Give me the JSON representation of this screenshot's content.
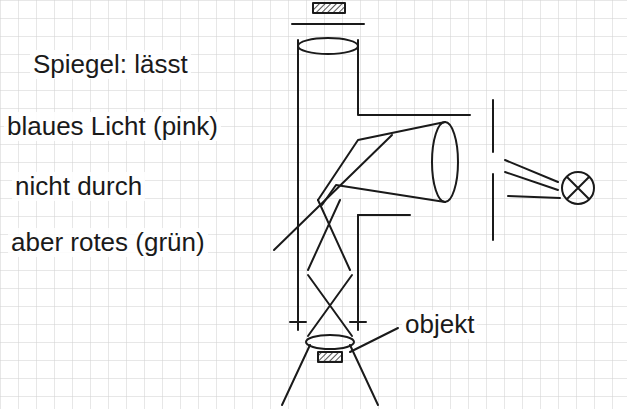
{
  "diagram": {
    "labels": [
      "Spiegel: lässt",
      "blaues Licht (pink)",
      "nicht durch",
      "aber rotes (grün)",
      "objekt"
    ]
  }
}
